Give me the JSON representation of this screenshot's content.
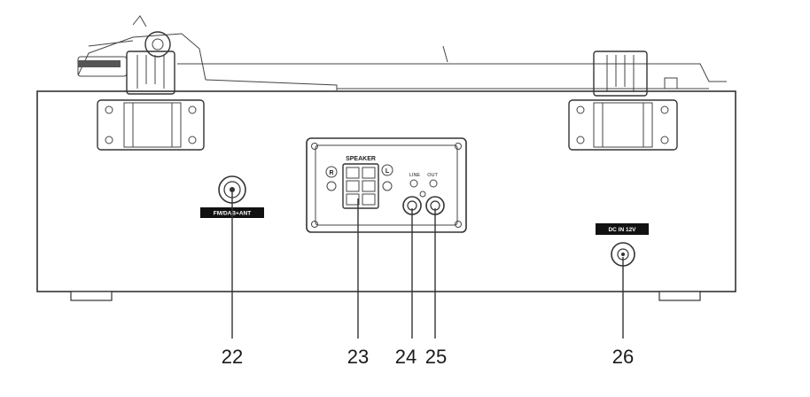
{
  "labels": {
    "l22": "22",
    "l23": "23",
    "l24": "24",
    "l25": "25",
    "l26": "26"
  },
  "tags": {
    "antenna": "FM/DAB+ANT",
    "dc_in": "DC IN 12V"
  },
  "panel": {
    "speaker": "SPEAKER",
    "line": "LINE",
    "out": "OUT",
    "r_mark": "R",
    "l_mark": "L"
  }
}
